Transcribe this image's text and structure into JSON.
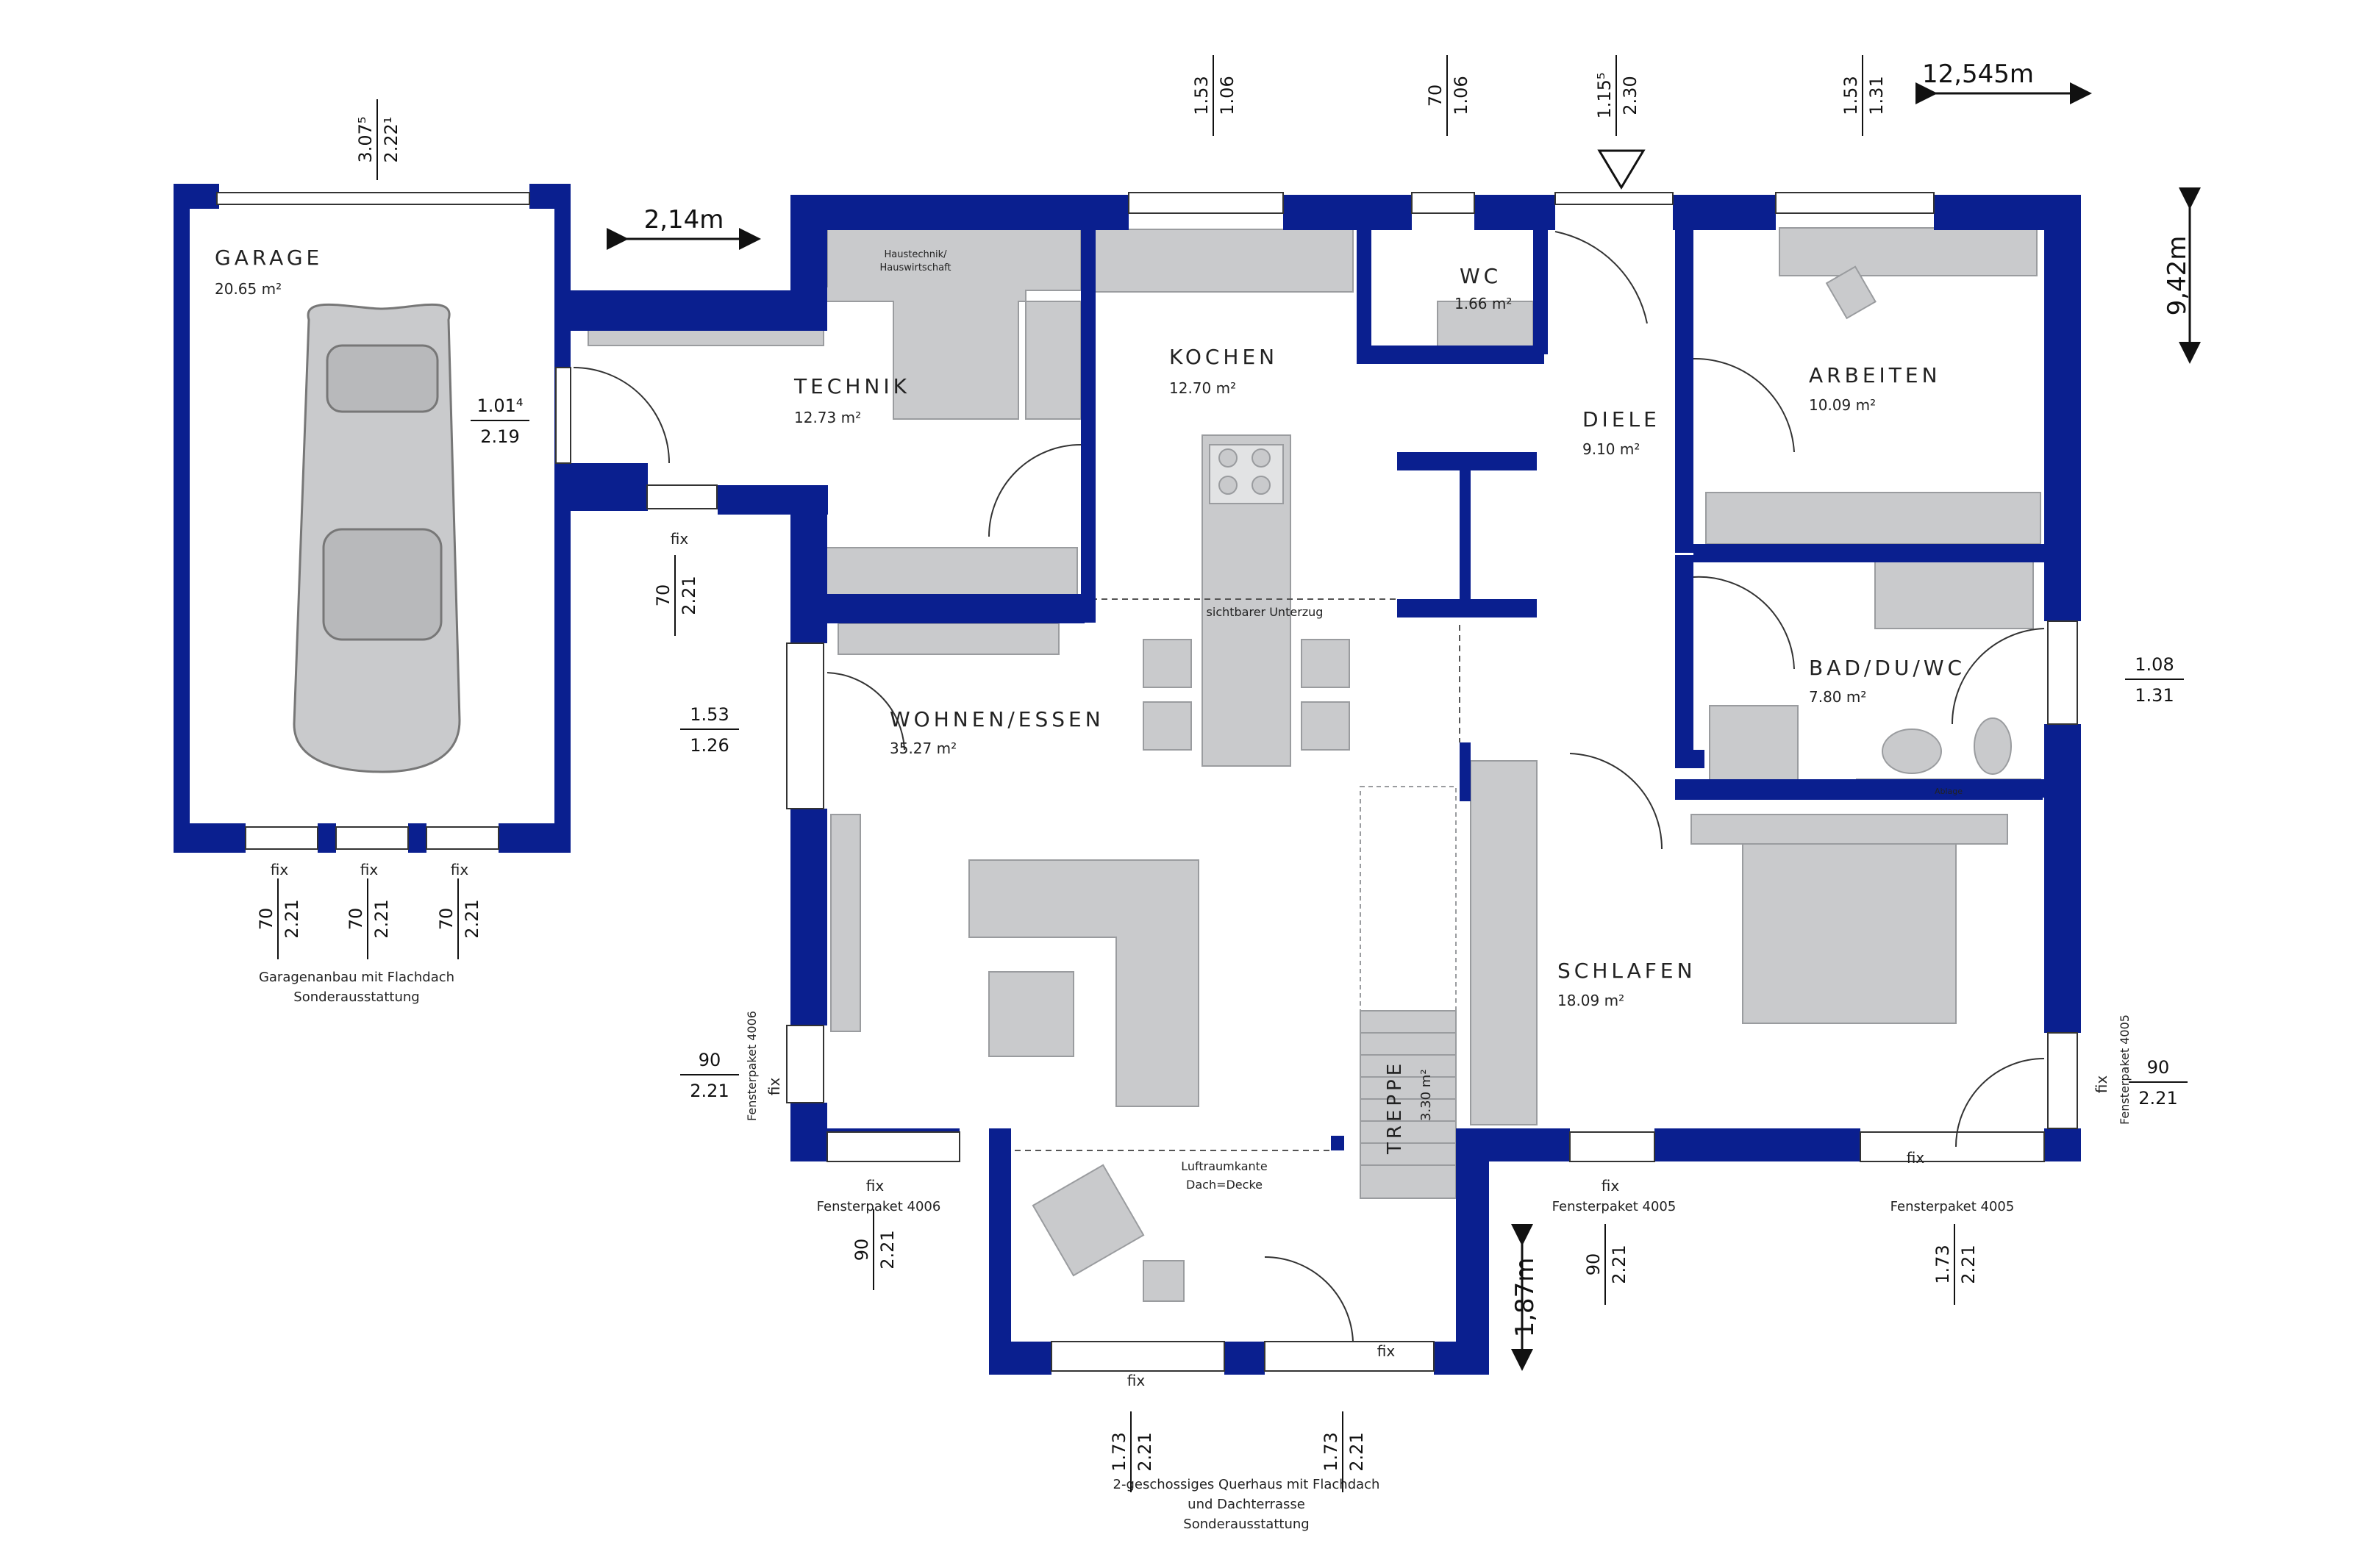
{
  "colors": {
    "wall": "#0a1f8f",
    "furniture": "#c9cacc",
    "furniture_stroke": "#9a9c9f",
    "line": "#333333",
    "background": "#ffffff"
  },
  "rooms": {
    "garage": {
      "name": "GARAGE",
      "area": "20.65 m²"
    },
    "technik": {
      "name": "TECHNIK",
      "area": "12.73 m²"
    },
    "kochen": {
      "name": "KOCHEN",
      "area": "12.70 m²"
    },
    "wc": {
      "name": "WC",
      "area": "1.66 m²"
    },
    "diele": {
      "name": "DIELE",
      "area": "9.10 m²"
    },
    "arbeiten": {
      "name": "ARBEITEN",
      "area": "10.09 m²"
    },
    "bad": {
      "name": "BAD/DU/WC",
      "area": "7.80 m²"
    },
    "wohnen": {
      "name": "WOHNEN/ESSEN",
      "area": "35.27 m²"
    },
    "schlafen": {
      "name": "SCHLAFEN",
      "area": "18.09 m²"
    },
    "treppe": {
      "name": "TREPPE",
      "area": "3.30 m²"
    }
  },
  "labels": {
    "haustechnik_1": "Haustechnik/",
    "haustechnik_2": "Hauswirtschaft",
    "unterzug": "sichtbarer Unterzug",
    "luftraum_1": "Luftraumkante",
    "luftraum_2": "Dach=Decke",
    "ablage": "Ablage",
    "fix": "fix",
    "fensterpaket_4006": "Fensterpaket 4006",
    "fensterpaket_4005": "Fensterpaket 4005",
    "garage_note_1": "Garagenanbau mit Flachdach",
    "garage_note_2": "Sonderausstattung",
    "querhaus_1": "2-geschossiges Querhaus mit Flachdach",
    "querhaus_2": "und Dachterrasse",
    "querhaus_3": "Sonderausstattung"
  },
  "overall_dims": {
    "width": "12,545m",
    "depth": "9,42m",
    "garage_gap": "2,14m",
    "offset": "1,87m"
  },
  "window_dims": {
    "garage_top": {
      "a": "3.07⁵",
      "b": "2.22¹"
    },
    "garage_door": {
      "a": "1.01⁴",
      "b": "2.19"
    },
    "technik_window": {
      "a": "70",
      "b": "2.21"
    },
    "kitchen_top": {
      "a": "1.53",
      "b": "1.06"
    },
    "wc_top": {
      "a": "70",
      "b": "1.06"
    },
    "entry": {
      "a": "1.15⁵",
      "b": "2.30"
    },
    "arbeiten_top": {
      "a": "1.53",
      "b": "1.31"
    },
    "wohnen_left": {
      "a": "1.53",
      "b": "1.26"
    },
    "wohnen_left_low": {
      "a": "90",
      "b": "2.21"
    },
    "bad_right": {
      "a": "1.08",
      "b": "1.31"
    },
    "schlafen_right": {
      "a": "90",
      "b": "2.21"
    },
    "garage_bottom_1": {
      "a": "70",
      "b": "2.21"
    },
    "garage_bottom_2": {
      "a": "70",
      "b": "2.21"
    },
    "garage_bottom_3": {
      "a": "70",
      "b": "2.21"
    },
    "wohnen_bottom": {
      "a": "90",
      "b": "2.21"
    },
    "querhaus_1": {
      "a": "1.73",
      "b": "2.21"
    },
    "querhaus_2": {
      "a": "1.73",
      "b": "2.21"
    },
    "schlafen_bottom_1": {
      "a": "90",
      "b": "2.21"
    },
    "schlafen_bottom_2": {
      "a": "1.73",
      "b": "2.21"
    }
  }
}
